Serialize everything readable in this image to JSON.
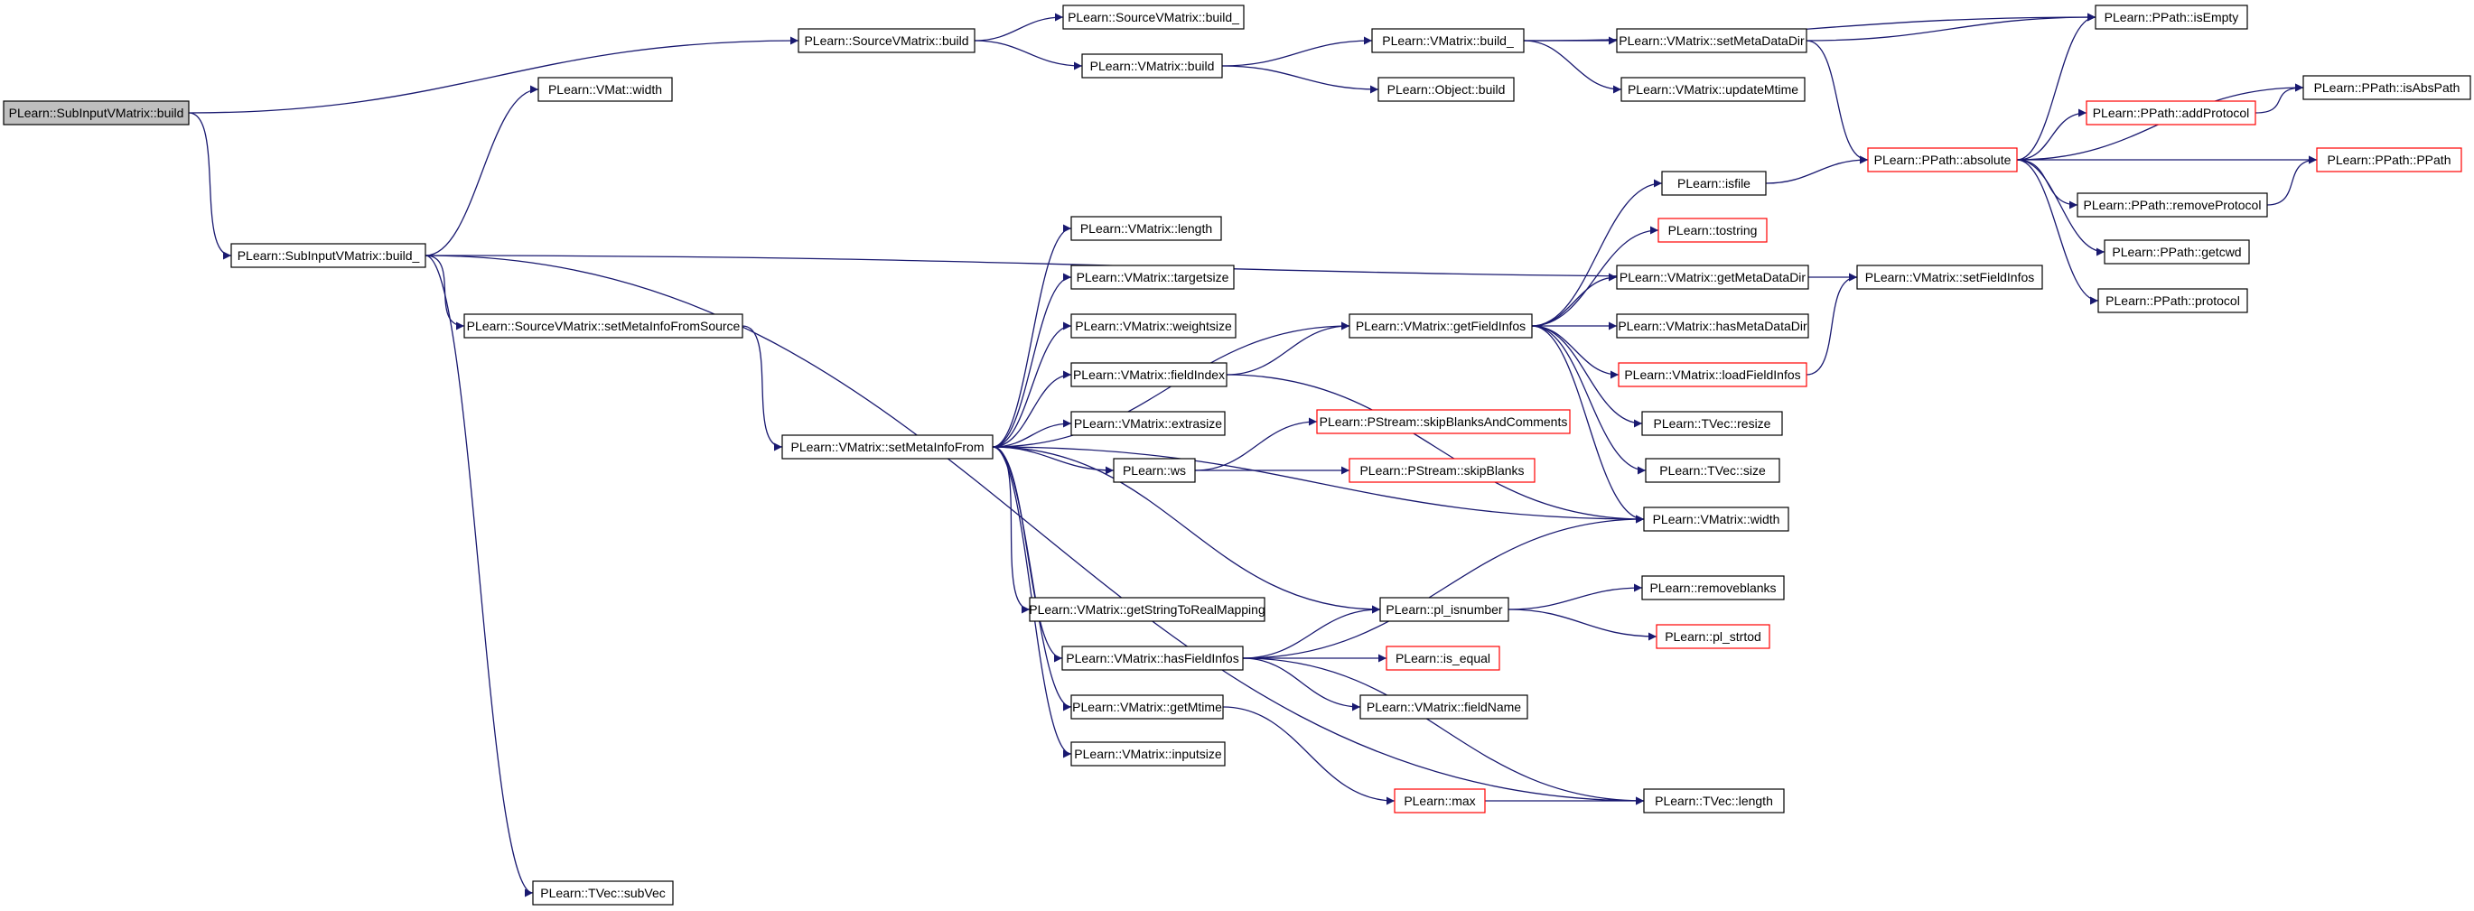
{
  "graph": {
    "edge_color": "#191970",
    "truncated_border_color": "#ff0000",
    "root_fill": "#bfbfbf",
    "nodes": [
      {
        "id": "root",
        "label": "PLearn::SubInputVMatrix::build",
        "style": "root"
      },
      {
        "id": "src_build",
        "label": "PLearn::SourceVMatrix::build",
        "style": "normal"
      },
      {
        "id": "src_build_",
        "label": "PLearn::SourceVMatrix::build_",
        "style": "normal"
      },
      {
        "id": "vm_build",
        "label": "PLearn::VMatrix::build",
        "style": "normal"
      },
      {
        "id": "vm_build_",
        "label": "PLearn::VMatrix::build_",
        "style": "normal"
      },
      {
        "id": "obj_build",
        "label": "PLearn::Object::build",
        "style": "normal"
      },
      {
        "id": "setMetaDataDir",
        "label": "PLearn::VMatrix::setMetaDataDir",
        "style": "normal"
      },
      {
        "id": "updateMtime",
        "label": "PLearn::VMatrix::updateMtime",
        "style": "normal"
      },
      {
        "id": "isEmpty",
        "label": "PLearn::PPath::isEmpty",
        "style": "normal"
      },
      {
        "id": "isAbsPath",
        "label": "PLearn::PPath::isAbsPath",
        "style": "normal"
      },
      {
        "id": "ppath",
        "label": "PLearn::PPath::PPath",
        "style": "truncated"
      },
      {
        "id": "addProtocol",
        "label": "PLearn::PPath::addProtocol",
        "style": "truncated"
      },
      {
        "id": "absolute",
        "label": "PLearn::PPath::absolute",
        "style": "truncated"
      },
      {
        "id": "removeProtocol",
        "label": "PLearn::PPath::removeProtocol",
        "style": "normal"
      },
      {
        "id": "getcwd",
        "label": "PLearn::PPath::getcwd",
        "style": "normal"
      },
      {
        "id": "protocol",
        "label": "PLearn::PPath::protocol",
        "style": "normal"
      },
      {
        "id": "vmat_width",
        "label": "PLearn::VMat::width",
        "style": "normal"
      },
      {
        "id": "sub_build_",
        "label": "PLearn::SubInputVMatrix::build_",
        "style": "normal"
      },
      {
        "id": "setMetaInfoFromSource",
        "label": "PLearn::SourceVMatrix::setMetaInfoFromSource",
        "style": "normal"
      },
      {
        "id": "setMetaInfoFrom",
        "label": "PLearn::VMatrix::setMetaInfoFrom",
        "style": "normal"
      },
      {
        "id": "vm_length",
        "label": "PLearn::VMatrix::length",
        "style": "normal"
      },
      {
        "id": "targetsize",
        "label": "PLearn::VMatrix::targetsize",
        "style": "normal"
      },
      {
        "id": "weightsize",
        "label": "PLearn::VMatrix::weightsize",
        "style": "normal"
      },
      {
        "id": "fieldIndex",
        "label": "PLearn::VMatrix::fieldIndex",
        "style": "normal"
      },
      {
        "id": "extrasize",
        "label": "PLearn::VMatrix::extrasize",
        "style": "normal"
      },
      {
        "id": "ws",
        "label": "PLearn::ws",
        "style": "normal"
      },
      {
        "id": "getStringToRealMapping",
        "label": "PLearn::VMatrix::getStringToRealMapping",
        "style": "normal"
      },
      {
        "id": "hasFieldInfos",
        "label": "PLearn::VMatrix::hasFieldInfos",
        "style": "normal"
      },
      {
        "id": "getMtime",
        "label": "PLearn::VMatrix::getMtime",
        "style": "normal"
      },
      {
        "id": "inputsize",
        "label": "PLearn::VMatrix::inputsize",
        "style": "normal"
      },
      {
        "id": "getFieldInfos",
        "label": "PLearn::VMatrix::getFieldInfos",
        "style": "normal"
      },
      {
        "id": "isfile",
        "label": "PLearn::isfile",
        "style": "normal"
      },
      {
        "id": "tostring",
        "label": "PLearn::tostring",
        "style": "truncated"
      },
      {
        "id": "getMetaDataDir",
        "label": "PLearn::VMatrix::getMetaDataDir",
        "style": "normal"
      },
      {
        "id": "hasMetaDataDir",
        "label": "PLearn::VMatrix::hasMetaDataDir",
        "style": "normal"
      },
      {
        "id": "loadFieldInfos",
        "label": "PLearn::VMatrix::loadFieldInfos",
        "style": "truncated"
      },
      {
        "id": "tvec_resize",
        "label": "PLearn::TVec::resize",
        "style": "normal"
      },
      {
        "id": "tvec_size",
        "label": "PLearn::TVec::size",
        "style": "normal"
      },
      {
        "id": "vm_width",
        "label": "PLearn::VMatrix::width",
        "style": "normal"
      },
      {
        "id": "skipBlanksAndComments",
        "label": "PLearn::PStream::skipBlanksAndComments",
        "style": "truncated"
      },
      {
        "id": "skipBlanks",
        "label": "PLearn::PStream::skipBlanks",
        "style": "truncated"
      },
      {
        "id": "setFieldInfos",
        "label": "PLearn::VMatrix::setFieldInfos",
        "style": "normal"
      },
      {
        "id": "pl_isnumber",
        "label": "PLearn::pl_isnumber",
        "style": "normal"
      },
      {
        "id": "removeblanks",
        "label": "PLearn::removeblanks",
        "style": "normal"
      },
      {
        "id": "pl_strtod",
        "label": "PLearn::pl_strtod",
        "style": "truncated"
      },
      {
        "id": "is_equal",
        "label": "PLearn::is_equal",
        "style": "truncated"
      },
      {
        "id": "fieldName",
        "label": "PLearn::VMatrix::fieldName",
        "style": "normal"
      },
      {
        "id": "max",
        "label": "PLearn::max",
        "style": "truncated"
      },
      {
        "id": "tvec_length",
        "label": "PLearn::TVec::length",
        "style": "normal"
      },
      {
        "id": "tvec_subVec",
        "label": "PLearn::TVec::subVec",
        "style": "normal"
      }
    ],
    "edges": [
      [
        "root",
        "src_build"
      ],
      [
        "root",
        "sub_build_"
      ],
      [
        "src_build",
        "src_build_"
      ],
      [
        "src_build",
        "vm_build"
      ],
      [
        "vm_build",
        "vm_build_"
      ],
      [
        "vm_build",
        "obj_build"
      ],
      [
        "vm_build_",
        "setMetaDataDir"
      ],
      [
        "vm_build_",
        "updateMtime"
      ],
      [
        "vm_build_",
        "isEmpty"
      ],
      [
        "setMetaDataDir",
        "isEmpty"
      ],
      [
        "setMetaDataDir",
        "absolute"
      ],
      [
        "absolute",
        "isEmpty"
      ],
      [
        "absolute",
        "isAbsPath"
      ],
      [
        "absolute",
        "addProtocol"
      ],
      [
        "absolute",
        "ppath"
      ],
      [
        "absolute",
        "removeProtocol"
      ],
      [
        "absolute",
        "getcwd"
      ],
      [
        "absolute",
        "protocol"
      ],
      [
        "addProtocol",
        "isAbsPath"
      ],
      [
        "removeProtocol",
        "ppath"
      ],
      [
        "sub_build_",
        "vmat_width"
      ],
      [
        "sub_build_",
        "setFieldInfos"
      ],
      [
        "sub_build_",
        "setMetaInfoFromSource"
      ],
      [
        "sub_build_",
        "tvec_length"
      ],
      [
        "sub_build_",
        "tvec_subVec"
      ],
      [
        "setMetaInfoFromSource",
        "setMetaInfoFrom"
      ],
      [
        "setMetaInfoFrom",
        "vm_length"
      ],
      [
        "setMetaInfoFrom",
        "targetsize"
      ],
      [
        "setMetaInfoFrom",
        "weightsize"
      ],
      [
        "setMetaInfoFrom",
        "fieldIndex"
      ],
      [
        "setMetaInfoFrom",
        "extrasize"
      ],
      [
        "setMetaInfoFrom",
        "ws"
      ],
      [
        "setMetaInfoFrom",
        "getStringToRealMapping"
      ],
      [
        "setMetaInfoFrom",
        "hasFieldInfos"
      ],
      [
        "setMetaInfoFrom",
        "getMtime"
      ],
      [
        "setMetaInfoFrom",
        "inputsize"
      ],
      [
        "setMetaInfoFrom",
        "getFieldInfos"
      ],
      [
        "setMetaInfoFrom",
        "vm_width"
      ],
      [
        "setMetaInfoFrom",
        "pl_isnumber"
      ],
      [
        "fieldIndex",
        "getFieldInfos"
      ],
      [
        "fieldIndex",
        "vm_width"
      ],
      [
        "ws",
        "skipBlanksAndComments"
      ],
      [
        "ws",
        "skipBlanks"
      ],
      [
        "getFieldInfos",
        "isfile"
      ],
      [
        "getFieldInfos",
        "tostring"
      ],
      [
        "getFieldInfos",
        "getMetaDataDir"
      ],
      [
        "getFieldInfos",
        "hasMetaDataDir"
      ],
      [
        "getFieldInfos",
        "loadFieldInfos"
      ],
      [
        "getFieldInfos",
        "tvec_resize"
      ],
      [
        "getFieldInfos",
        "tvec_size"
      ],
      [
        "getFieldInfos",
        "vm_width"
      ],
      [
        "isfile",
        "absolute"
      ],
      [
        "loadFieldInfos",
        "setFieldInfos"
      ],
      [
        "hasFieldInfos",
        "vm_width"
      ],
      [
        "hasFieldInfos",
        "pl_isnumber"
      ],
      [
        "hasFieldInfos",
        "is_equal"
      ],
      [
        "hasFieldInfos",
        "fieldName"
      ],
      [
        "hasFieldInfos",
        "tvec_length"
      ],
      [
        "pl_isnumber",
        "removeblanks"
      ],
      [
        "pl_isnumber",
        "pl_strtod"
      ],
      [
        "getMtime",
        "max"
      ],
      [
        "max",
        "tvec_length"
      ]
    ]
  }
}
